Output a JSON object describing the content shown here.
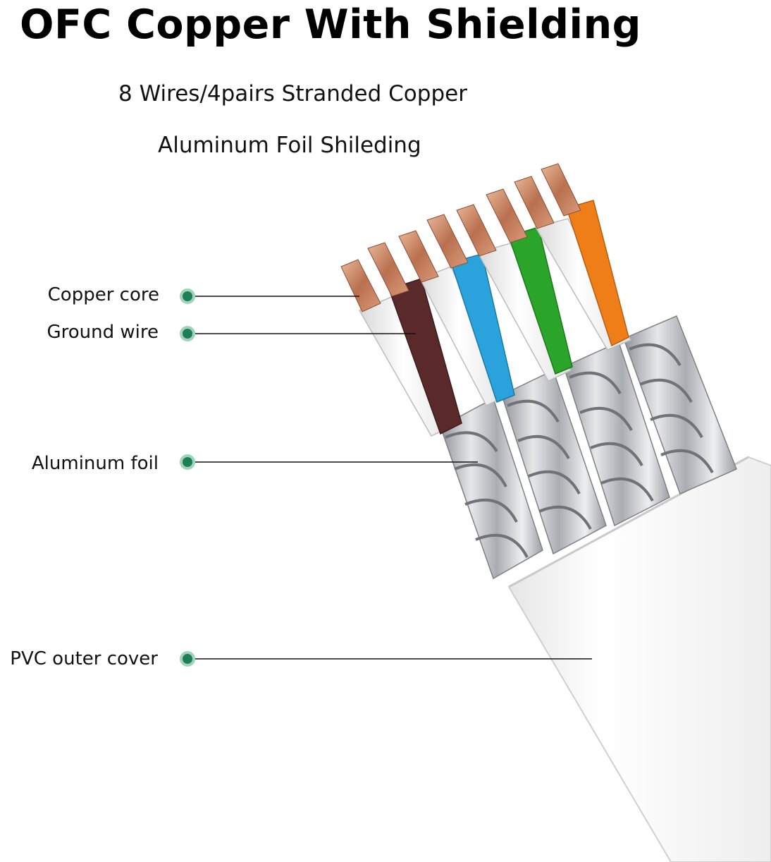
{
  "title": "OFC Copper With Shielding",
  "subtitles": [
    "8 Wires/4pairs Stranded Copper",
    "Aluminum Foil Shileding"
  ],
  "callouts": {
    "copper_core": "Copper core",
    "ground_wire": "Ground wire",
    "aluminum_foil": "Aluminum foil",
    "pvc_outer_cover": "PVC outer cover"
  },
  "colors": {
    "marker_dot": "#1e7f55",
    "leader_line": "#111111",
    "copper": "#c98a6a",
    "wire_brown": "#5a2a2a",
    "wire_blue": "#2aa3dd",
    "wire_green": "#2aa52a",
    "wire_orange": "#f07e18",
    "wire_white": "#f4f4f4",
    "foil": "#b7b9bd",
    "jacket": "#f3f3f3"
  }
}
